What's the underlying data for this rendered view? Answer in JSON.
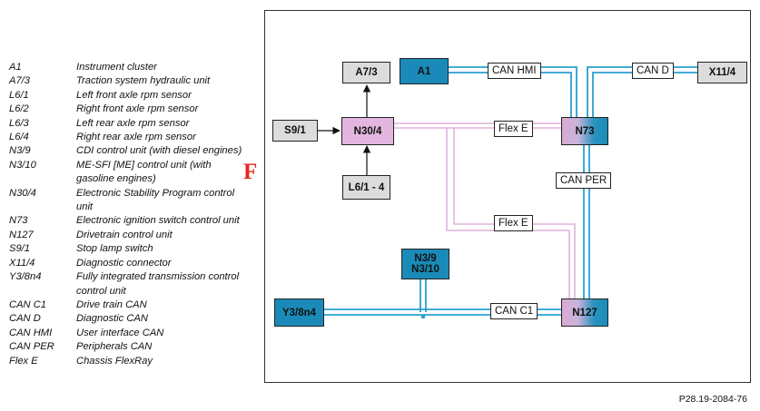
{
  "legend": [
    {
      "abbr": "A1",
      "desc": "Instrument cluster"
    },
    {
      "abbr": "A7/3",
      "desc": "Traction system hydraulic unit"
    },
    {
      "abbr": "L6/1",
      "desc": "Left front axle rpm sensor"
    },
    {
      "abbr": "L6/2",
      "desc": "Right front axle rpm sensor"
    },
    {
      "abbr": "L6/3",
      "desc": "Left rear axle rpm sensor"
    },
    {
      "abbr": "L6/4",
      "desc": "Right rear axle rpm sensor"
    },
    {
      "abbr": "N3/9",
      "desc": "CDI control unit (with diesel engines)"
    },
    {
      "abbr": "N3/10",
      "desc": "ME-SFI [ME] control unit (with gasoline engines)"
    },
    {
      "abbr": "N30/4",
      "desc": "Electronic Stability Program control unit"
    },
    {
      "abbr": "N73",
      "desc": "Electronic ignition switch control unit"
    },
    {
      "abbr": "N127",
      "desc": "Drivetrain control unit"
    },
    {
      "abbr": "S9/1",
      "desc": "Stop lamp switch"
    },
    {
      "abbr": "X11/4",
      "desc": "Diagnostic connector"
    },
    {
      "abbr": "Y3/8n4",
      "desc": "Fully integrated transmission control control unit"
    },
    {
      "abbr": "CAN C1",
      "desc": "Drive train CAN"
    },
    {
      "abbr": "CAN D",
      "desc": "Diagnostic CAN"
    },
    {
      "abbr": "CAN HMI",
      "desc": "User interface CAN"
    },
    {
      "abbr": "CAN PER",
      "desc": "Peripherals CAN"
    },
    {
      "abbr": "Flex E",
      "desc": "Chassis FlexRay"
    }
  ],
  "marker": "F",
  "nodes": {
    "a7_3": "A7/3",
    "a1": "A1",
    "x11_4": "X11/4",
    "s9_1": "S9/1",
    "n30_4": "N30/4",
    "n73": "N73",
    "l6": "L6/1 - 4",
    "n3": "N3/9\nN3/10",
    "y3": "Y3/8n4",
    "n127": "N127"
  },
  "buses": {
    "can_hmi": "CAN HMI",
    "can_d": "CAN D",
    "flex_e_top": "Flex E",
    "can_per": "CAN PER",
    "flex_e_mid": "Flex E",
    "can_c1": "CAN C1"
  },
  "colors": {
    "can": "#2aa0cf",
    "flexray": "#e0b4dc",
    "module_blue": "#1a8bb8",
    "sensor_grey": "#dcdcdc",
    "marker": "#e8271f"
  },
  "reference": "P28.19-2084-76"
}
